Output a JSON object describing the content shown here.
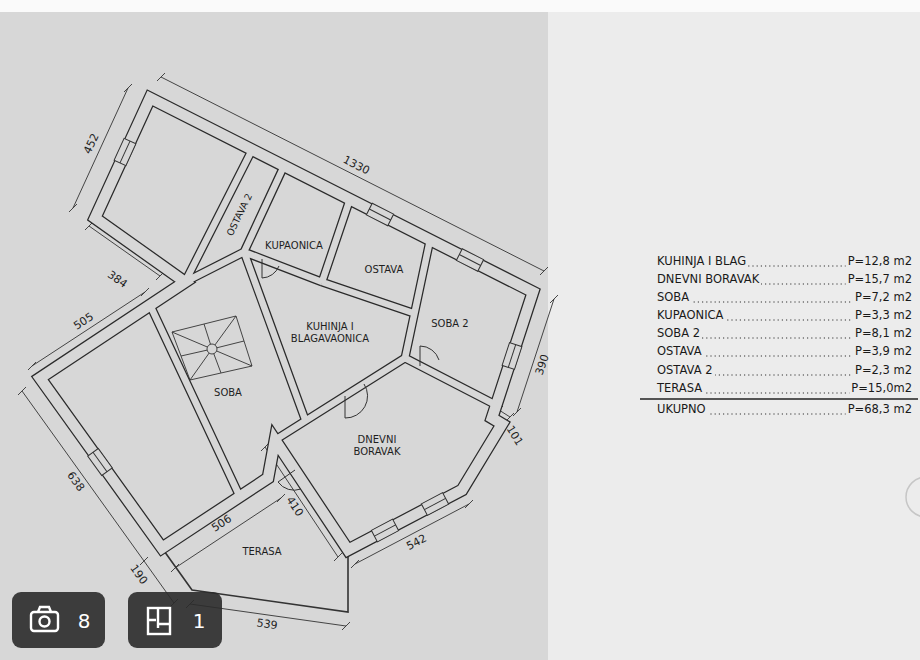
{
  "diagram": {
    "labels": [
      "452",
      "1330",
      "OSTAVA 2",
      "KUPAONICA",
      "OSTAVA",
      "384",
      "505",
      "KUHINJA I BLAGAVAONICA",
      "SOBA 2",
      "390",
      "SOBA",
      "101",
      "DNEVNI BORAVAK",
      "638",
      "506",
      "410",
      "542",
      "TERASA",
      "190",
      "539",
      "KUHINJA I BLAG",
      "P=12,8 m2",
      "DNEVNI BORAVAK",
      "P=15,7 m2",
      "SOBA",
      "P=7,2 m2",
      "KUPAONICA",
      "P=3,3 m2",
      "SOBA 2",
      "P=8,1 m2",
      "OSTAVA",
      "P=3,9 m2",
      "OSTAVA 2",
      "P=2,3 m2",
      "TERASA",
      "P=15,0m2",
      "UKUPNO",
      "P=68,3 m2",
      "8",
      "1"
    ]
  }
}
